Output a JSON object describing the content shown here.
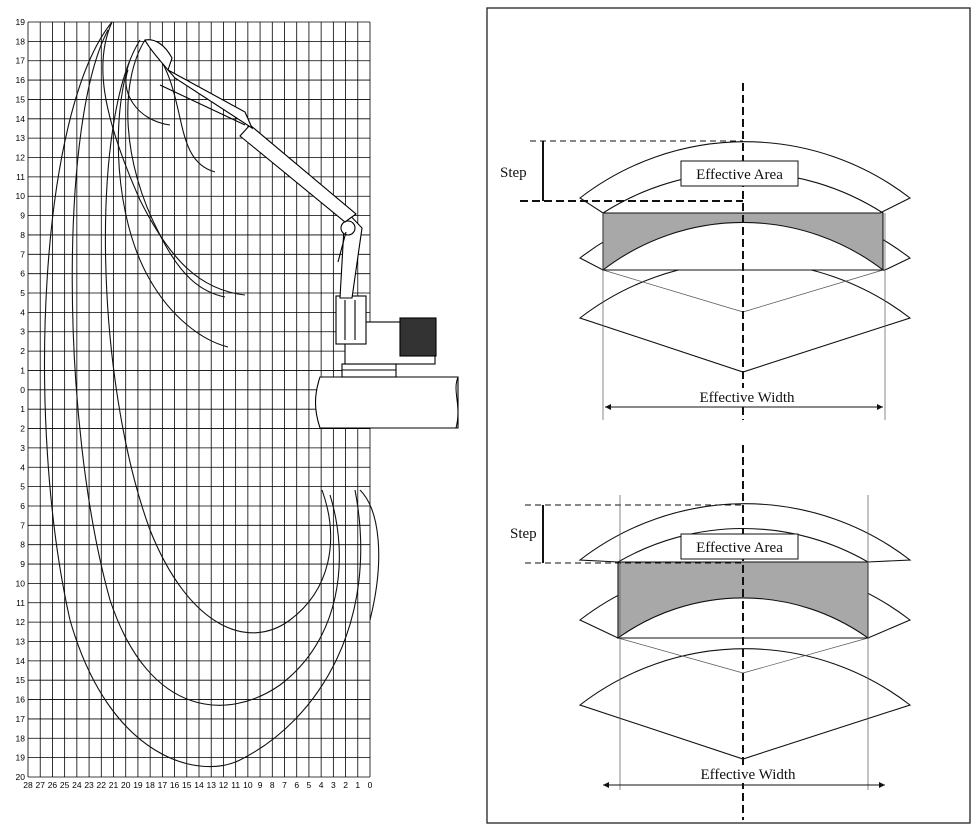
{
  "reach_chart": {
    "y_labels_upper": [
      "19",
      "18",
      "17",
      "16",
      "15",
      "14",
      "13",
      "12",
      "11",
      "10",
      "9",
      "8",
      "7",
      "6",
      "5",
      "4",
      "3",
      "2",
      "1",
      "0"
    ],
    "y_labels_lower": [
      "1",
      "2",
      "3",
      "4",
      "5",
      "6",
      "7",
      "8",
      "9",
      "10",
      "11",
      "12",
      "13",
      "14",
      "15",
      "16",
      "17",
      "18",
      "19",
      "20"
    ],
    "x_labels": [
      "28",
      "27",
      "26",
      "25",
      "24",
      "23",
      "22",
      "21",
      "20",
      "19",
      "18",
      "17",
      "16",
      "15",
      "14",
      "13",
      "12",
      "11",
      "10",
      "9",
      "8",
      "7",
      "6",
      "5",
      "4",
      "3",
      "2",
      "1",
      "0"
    ]
  },
  "diagram_top": {
    "step_label": "Step",
    "area_label": "Effective Area",
    "width_label": "Effective Width"
  },
  "diagram_bottom": {
    "step_label": "Step",
    "area_label": "Effective Area",
    "width_label": "Effective Width"
  },
  "colors": {
    "line": "#111111",
    "shade": "#a8a8a8",
    "panel_border": "#222222"
  }
}
